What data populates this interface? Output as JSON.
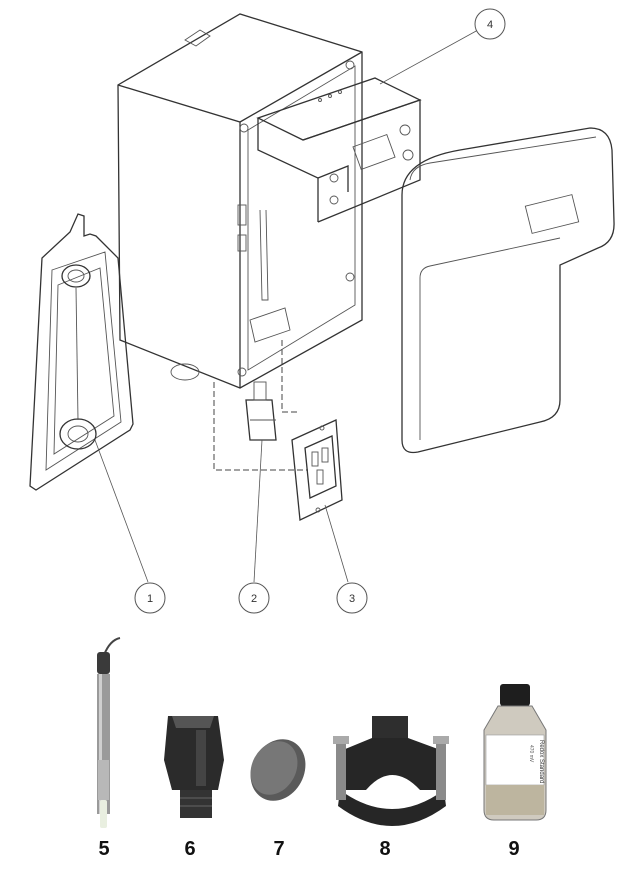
{
  "callouts": [
    {
      "id": "1",
      "label": "1"
    },
    {
      "id": "2",
      "label": "2"
    },
    {
      "id": "3",
      "label": "3"
    },
    {
      "id": "4",
      "label": "4"
    }
  ],
  "parts": [
    {
      "id": "5",
      "label": "5",
      "icon": "probe-electrode"
    },
    {
      "id": "6",
      "label": "6",
      "icon": "probe-holder-fitting"
    },
    {
      "id": "7",
      "label": "7",
      "icon": "filter-disc"
    },
    {
      "id": "8",
      "label": "8",
      "icon": "pipe-saddle-clamp"
    },
    {
      "id": "9",
      "label": "9",
      "icon": "standard-solution-bottle"
    }
  ],
  "bottle_label": {
    "line1": "Redox Standard s",
    "line2": "470 mV"
  }
}
